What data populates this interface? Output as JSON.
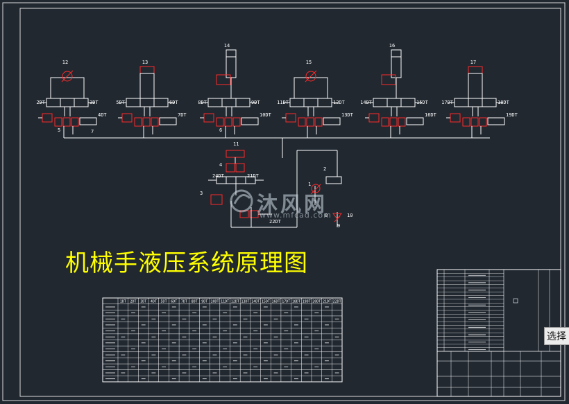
{
  "drawing_title": "机械手液压系统原理图",
  "watermark": {
    "brand": "沐风网",
    "url": "www.mfcad.com"
  },
  "select_button": "选择",
  "valve_units": [
    {
      "num": "12",
      "left": "2DT",
      "right": "3DT",
      "side": "4DT",
      "bottom": "5",
      "bottom2": "7"
    },
    {
      "num": "13",
      "left": "5DT",
      "right": "6DT",
      "side": "7DT",
      "bottom": "",
      "bottom2": ""
    },
    {
      "num": "14",
      "left": "8DT",
      "right": "9DT",
      "side": "10DT",
      "bottom": "6",
      "bottom2": ""
    },
    {
      "num": "15",
      "left": "11DT",
      "right": "12DT",
      "side": "13DT",
      "bottom": "",
      "bottom2": ""
    },
    {
      "num": "16",
      "left": "14DT",
      "right": "15DT",
      "side": "16DT",
      "bottom": "",
      "bottom2": ""
    },
    {
      "num": "17",
      "left": "17DT",
      "right": "18DT",
      "side": "19DT",
      "bottom": "",
      "bottom2": ""
    }
  ],
  "pump_station": {
    "num": "11",
    "left": "24DT",
    "right": "21DT",
    "bottom": "22DT",
    "n1": "4",
    "n2": "3",
    "n3": "1",
    "n4": "2",
    "n5": "8",
    "n6": "10",
    "n7": "9"
  },
  "table_headers": [
    "1DT",
    "2DT",
    "3DT",
    "4DT",
    "5DT",
    "6DT",
    "7DT",
    "8DT",
    "9DT",
    "10DT",
    "11DT",
    "12DT",
    "13DT",
    "14DT",
    "15DT",
    "16DT",
    "17DT",
    "18DT",
    "19DT",
    "20DT",
    "21DT",
    "22DT"
  ],
  "colors": {
    "background": "#212830",
    "line": "#ffffff",
    "component": "#ff2a2a",
    "title": "#ffff00"
  }
}
